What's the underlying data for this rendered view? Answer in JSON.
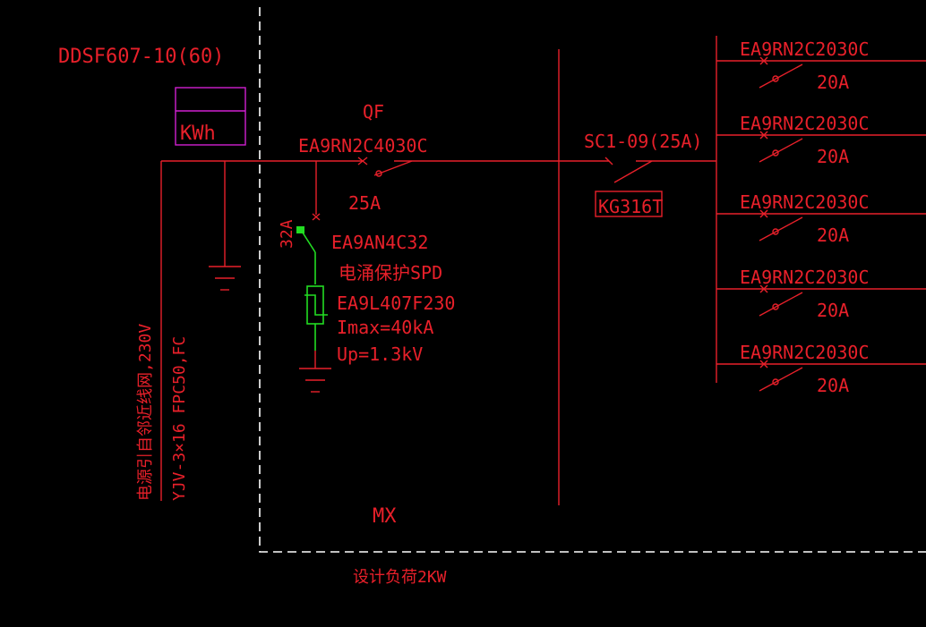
{
  "meter": {
    "model": "DDSF607-10(60)",
    "unit": "KWh"
  },
  "incoming": {
    "source_note": "电源引自邻近线网,230V",
    "cable": "YJV-3×16 FPC50,FC"
  },
  "main_breaker": {
    "tag": "QF",
    "model": "EA9RN2C4030C",
    "rating": "25A"
  },
  "spd": {
    "breaker_rating": "32A",
    "breaker_model": "EA9AN4C32",
    "name": "电涌保护SPD",
    "model": "EA9L407F230",
    "imax": "Imax=40kA",
    "up": "Up=1.3kV"
  },
  "contactor": {
    "model": "SC1-09(25A)",
    "timer": "KG316T"
  },
  "branches": [
    {
      "model": "EA9RN2C2030C",
      "rating": "20A"
    },
    {
      "model": "EA9RN2C2030C",
      "rating": "20A"
    },
    {
      "model": "EA9RN2C2030C",
      "rating": "20A"
    },
    {
      "model": "EA9RN2C2030C",
      "rating": "20A"
    },
    {
      "model": "EA9RN2C2030C",
      "rating": "20A"
    }
  ],
  "panel": {
    "name": "MX",
    "load": "设计负荷2KW"
  },
  "colors": {
    "line": "#e8202a",
    "border": "#ffffff",
    "meter_box": "#d020d0",
    "spd_symbol": "#22dd22",
    "background": "#000000"
  }
}
